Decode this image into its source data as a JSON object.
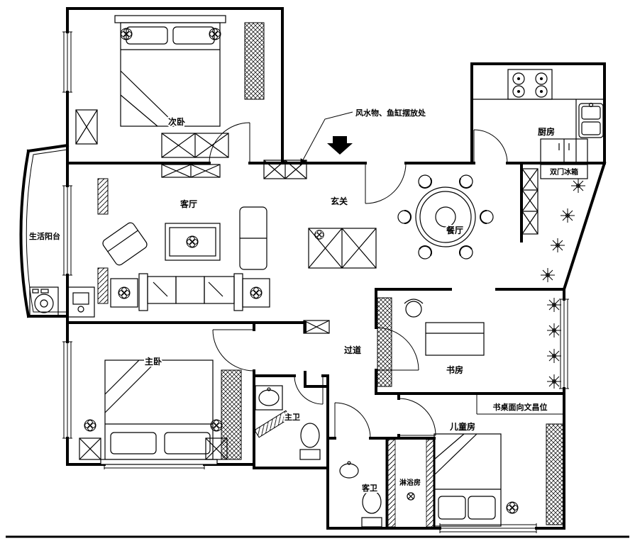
{
  "meta": {
    "type": "residential floor plan"
  },
  "colors": {
    "line": "#000000",
    "background": "#ffffff"
  },
  "labels": {
    "bedroom2": "次卧",
    "living": "客厅",
    "balcony": "生活阳台",
    "foyer": "玄关",
    "dining": "餐厅",
    "kitchen": "厨房",
    "fridge": "双门冰箱",
    "master": "主卧",
    "master_bath": "主卫",
    "corridor": "过道",
    "study": "书房",
    "desk_note": "书桌面向文昌位",
    "kids": "儿童房",
    "guest_bath": "客卫",
    "shower": "淋浴房",
    "annotation": "风水物、鱼缸摆放处"
  }
}
